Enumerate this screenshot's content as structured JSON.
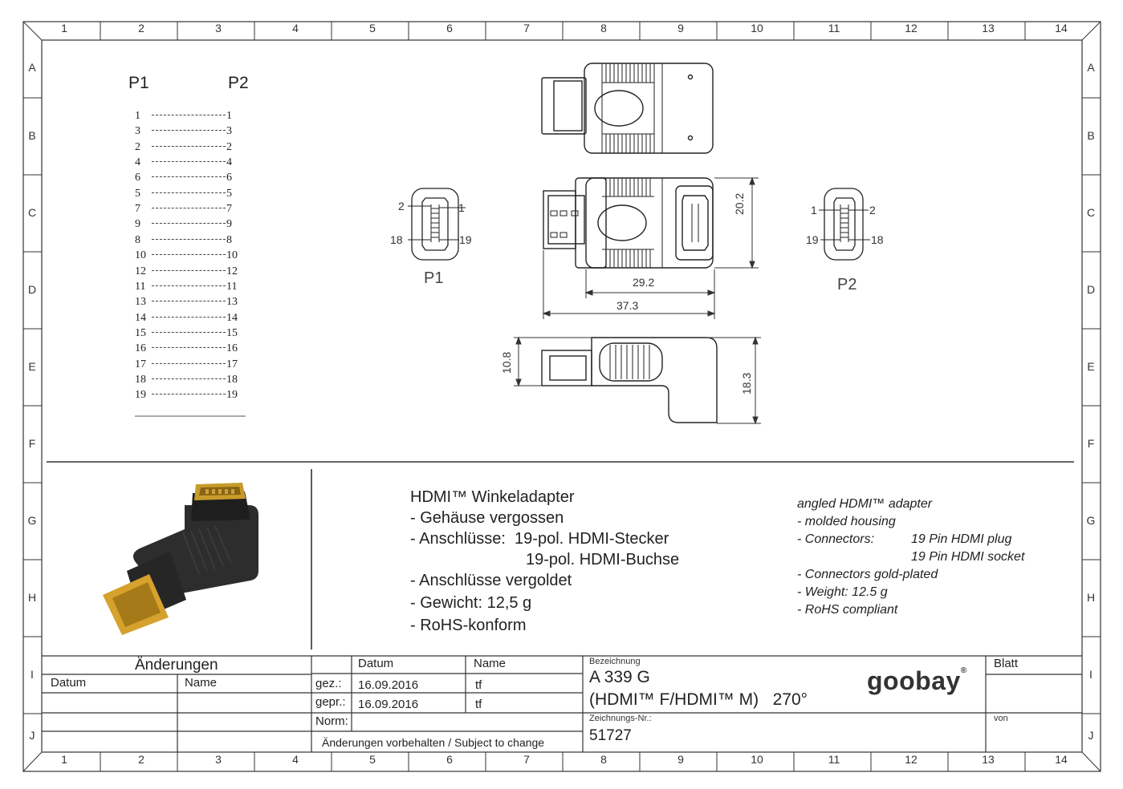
{
  "ruler": {
    "columns": [
      "1",
      "2",
      "3",
      "4",
      "5",
      "6",
      "7",
      "8",
      "9",
      "10",
      "11",
      "12",
      "13",
      "14"
    ],
    "rows": [
      "A",
      "B",
      "C",
      "D",
      "E",
      "F",
      "G",
      "H",
      "I",
      "J"
    ]
  },
  "pin_table": {
    "header_p1": "P1",
    "header_p2": "P2",
    "rows": [
      {
        "p1": "1",
        "p2": "1"
      },
      {
        "p1": "3",
        "p2": "3"
      },
      {
        "p1": "2",
        "p2": "2"
      },
      {
        "p1": "4",
        "p2": "4"
      },
      {
        "p1": "6",
        "p2": "6"
      },
      {
        "p1": "5",
        "p2": "5"
      },
      {
        "p1": "7",
        "p2": "7"
      },
      {
        "p1": "9",
        "p2": "9"
      },
      {
        "p1": "8",
        "p2": "8"
      },
      {
        "p1": "10",
        "p2": "10"
      },
      {
        "p1": "12",
        "p2": "12"
      },
      {
        "p1": "11",
        "p2": "11"
      },
      {
        "p1": "13",
        "p2": "13"
      },
      {
        "p1": "14",
        "p2": "14"
      },
      {
        "p1": "15",
        "p2": "15"
      },
      {
        "p1": "16",
        "p2": "16"
      },
      {
        "p1": "17",
        "p2": "17"
      },
      {
        "p1": "18",
        "p2": "18"
      },
      {
        "p1": "19",
        "p2": "19"
      }
    ]
  },
  "drawing": {
    "p1_label": "P1",
    "p2_label": "P2",
    "p1_pins": {
      "tl": "2",
      "tr": "1",
      "bl": "18",
      "br": "19"
    },
    "p2_pins": {
      "tl": "1",
      "tr": "2",
      "bl": "19",
      "br": "18"
    },
    "dim_height": "20.2",
    "dim_width_inner": "29.2",
    "dim_width_outer": "37.3",
    "dim_side_left": "10.8",
    "dim_side_right": "18.3"
  },
  "description_de": {
    "title": "HDMI™ Winkeladapter",
    "line1": "- Gehäuse vergossen",
    "line2": "- Anschlüsse:  19-pol. HDMI-Stecker",
    "line3": "19-pol. HDMI-Buchse",
    "line4": "- Anschlüsse vergoldet",
    "line5": "- Gewicht: 12,5 g",
    "line6": "- RoHS-konform"
  },
  "description_en": {
    "title": "angled HDMI™ adapter",
    "line1": "- molded housing",
    "line2a": "- Connectors:",
    "line2b": "19 Pin HDMI plug",
    "line3": "19 Pin HDMI socket",
    "line4": "- Connectors gold-plated",
    "line5": "- Weight: 12.5 g",
    "line6": "- RoHS compliant"
  },
  "title_block": {
    "changes_header": "Änderungen",
    "changes_col_date": "Datum",
    "changes_col_name": "Name",
    "col_date": "Datum",
    "col_name": "Name",
    "row_gez": "gez.:",
    "row_gepr": "gepr.:",
    "row_norm": "Norm:",
    "gez_date": "16.09.2016",
    "gez_name": "tf",
    "gepr_date": "16.09.2016",
    "gepr_name": "tf",
    "subject_to_change": "Änderungen vorbehalten / Subject to change",
    "bezeichnung_label": "Bezeichnung",
    "bezeichnung_line1": "A 339 G",
    "bezeichnung_line2": "(HDMI™ F/HDMI™ M)   270°",
    "zeichnungs_label": "Zeichnungs-Nr.:",
    "zeichnungs_nr": "51727",
    "logo_text": "goobay",
    "logo_reg": "®",
    "blatt_label": "Blatt",
    "von_label": "von"
  }
}
